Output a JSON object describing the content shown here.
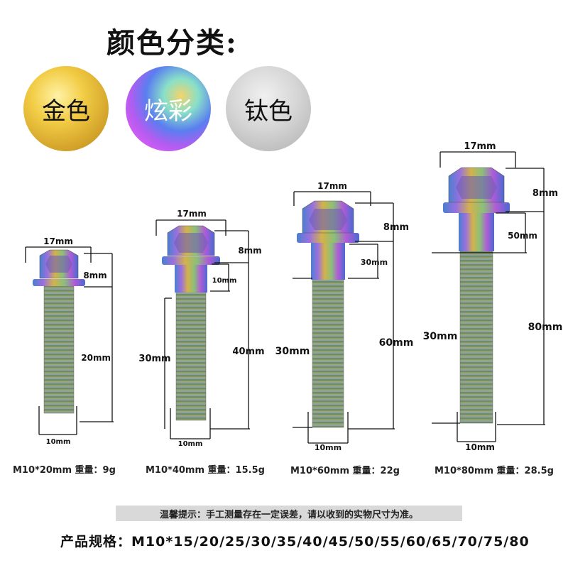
{
  "title": "颜色分类:",
  "colors": [
    {
      "label": "金色",
      "color": "#e2bb3c"
    },
    {
      "label": "炫彩",
      "color": "#8a5cf0"
    },
    {
      "label": "钛色",
      "color": "#cccccc"
    }
  ],
  "bolts": [
    {
      "head": "17mm",
      "head_height": "8mm",
      "length": "20mm",
      "thread": "10mm",
      "caption": "M10*20mm  重量：9g"
    },
    {
      "head": "17mm",
      "head_height": "8mm",
      "shank": "10mm",
      "thread_len": "30mm",
      "length": "40mm",
      "thread": "10mm",
      "caption": "M10*40mm  重量：15.5g"
    },
    {
      "head": "17mm",
      "head_height": "8mm",
      "shank": "30mm",
      "thread_len": "30mm",
      "length": "60mm",
      "thread": "10mm",
      "caption": "M10*60mm  重量：22g"
    },
    {
      "head": "17mm",
      "head_height": "8mm",
      "shank": "50mm",
      "thread_len": "30mm",
      "length": "80mm",
      "thread": "10mm",
      "caption": "M10*80mm  重量：28.5g"
    }
  ],
  "note": "温馨提示：手工测量存在一定误差，请以收到的实物尺寸为准。",
  "spec": "产品规格：M10*15/20/25/30/35/40/45/50/55/60/65/70/75/80"
}
